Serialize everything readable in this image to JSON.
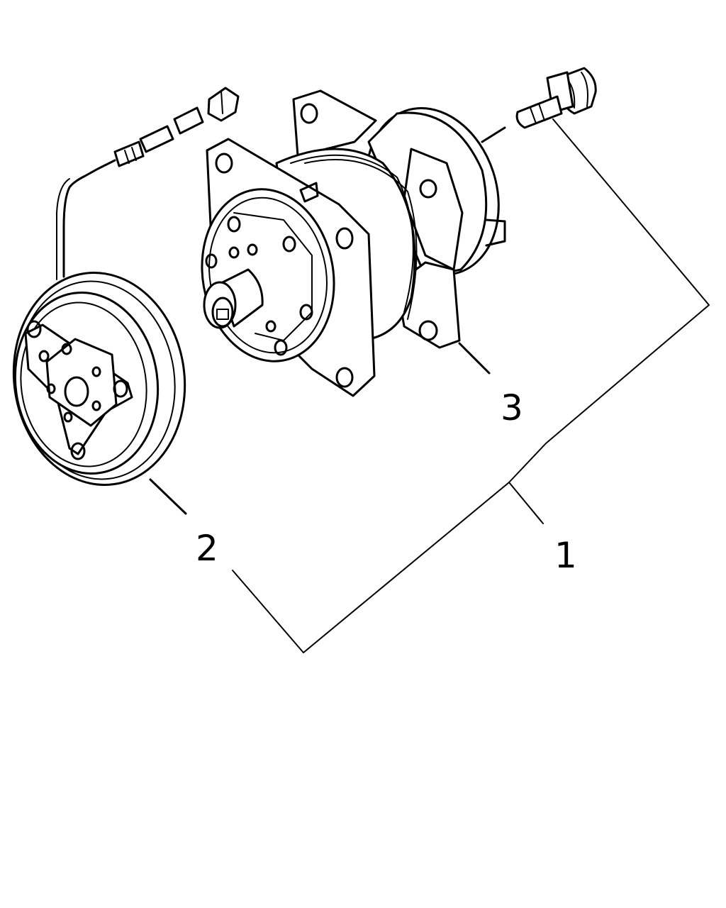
{
  "callouts": {
    "assembly": "1",
    "clutch": "2",
    "compressor": "3"
  }
}
